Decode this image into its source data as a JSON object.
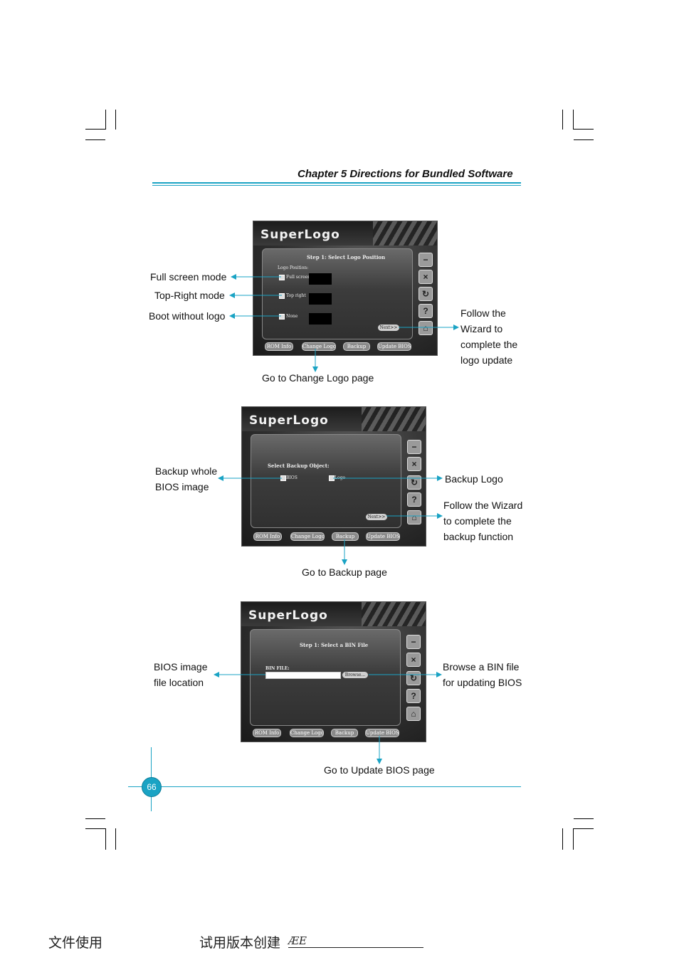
{
  "header": {
    "title": "Chapter 5  Directions for Bundled Software"
  },
  "app_name": "SuperLogo",
  "screens": [
    {
      "step_title": "Step 1: Select Logo Position",
      "group_label": "Logo Position:",
      "options": [
        "Full screen",
        "Top right",
        "None"
      ],
      "next_label": "Next>>",
      "tabs": [
        "ROM Info",
        "Change Logo",
        "Backup",
        "Update BIOS"
      ],
      "annotations": {
        "full_screen": "Full screen mode",
        "top_right": "Top-Right mode",
        "boot_without": "Boot without logo",
        "wizard": [
          "Follow the",
          "Wizard to",
          "complete the",
          "logo update"
        ],
        "go_to": "Go to Change Logo page"
      }
    },
    {
      "group_label": "Select Backup Object:",
      "options": [
        "BIOS",
        "Logo"
      ],
      "next_label": "Next>>",
      "tabs": [
        "ROM Info",
        "Change Logo",
        "Backup",
        "Update BIOS"
      ],
      "annotations": {
        "backup_whole": [
          "Backup whole",
          "BIOS image"
        ],
        "backup_logo": "Backup Logo",
        "wizard": [
          "Follow the Wizard",
          "to complete the",
          "backup function"
        ],
        "go_to": "Go to Backup page"
      }
    },
    {
      "step_title": "Step 1: Select a BIN File",
      "field_label": "BIN FILE:",
      "browse_label": "Browse...",
      "tabs": [
        "ROM Info",
        "Change Logo",
        "Backup",
        "Update BIOS"
      ],
      "annotations": {
        "bios_location": [
          "BIOS image",
          "file location"
        ],
        "browse": [
          "Browse a BIN file",
          "for updating BIOS"
        ],
        "go_to": "Go to Update BIOS page"
      }
    }
  ],
  "page_number": "66",
  "footer": {
    "left": "文件使用",
    "right": "试用版本创建",
    "mark": "ÆE"
  },
  "colors": {
    "accent": "#1aa3c4"
  }
}
